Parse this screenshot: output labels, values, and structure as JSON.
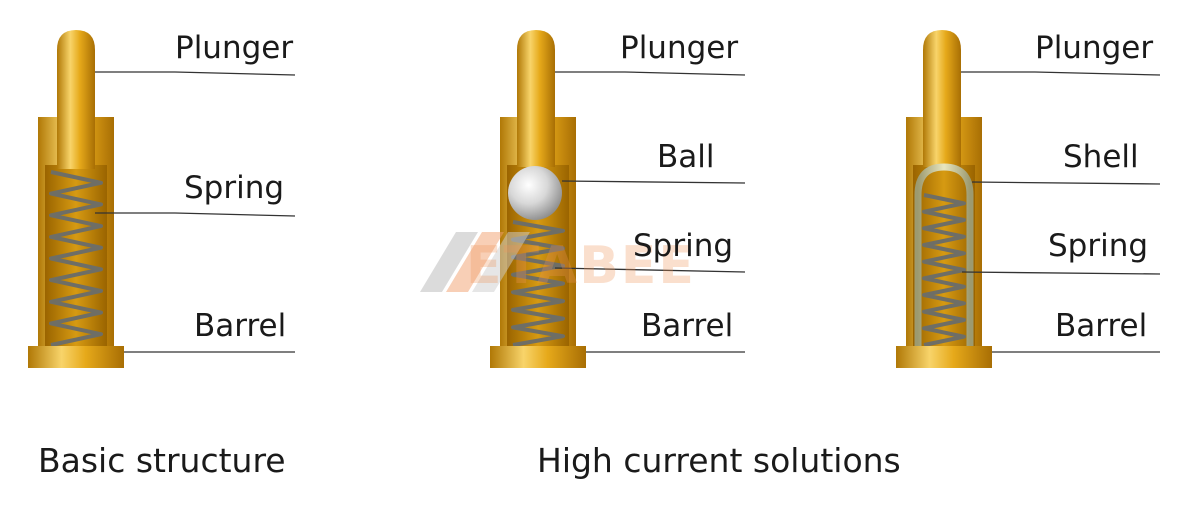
{
  "diagrams": [
    {
      "labels": [
        "Plunger",
        "Spring",
        "Barrel"
      ]
    },
    {
      "labels": [
        "Plunger",
        "Ball",
        "Spring",
        "Barrel"
      ]
    },
    {
      "labels": [
        "Plunger",
        "Shell",
        "Spring",
        "Barrel"
      ]
    }
  ],
  "captions": {
    "basic": "Basic structure",
    "high_current": "High current solutions"
  },
  "watermark": {
    "text": "ETABEE"
  },
  "colors": {
    "gold_light": "#f8d46a",
    "gold_mid": "#e6a91a",
    "gold_dark": "#b07806",
    "spring": "#6e6e66",
    "leader": "#333333"
  }
}
